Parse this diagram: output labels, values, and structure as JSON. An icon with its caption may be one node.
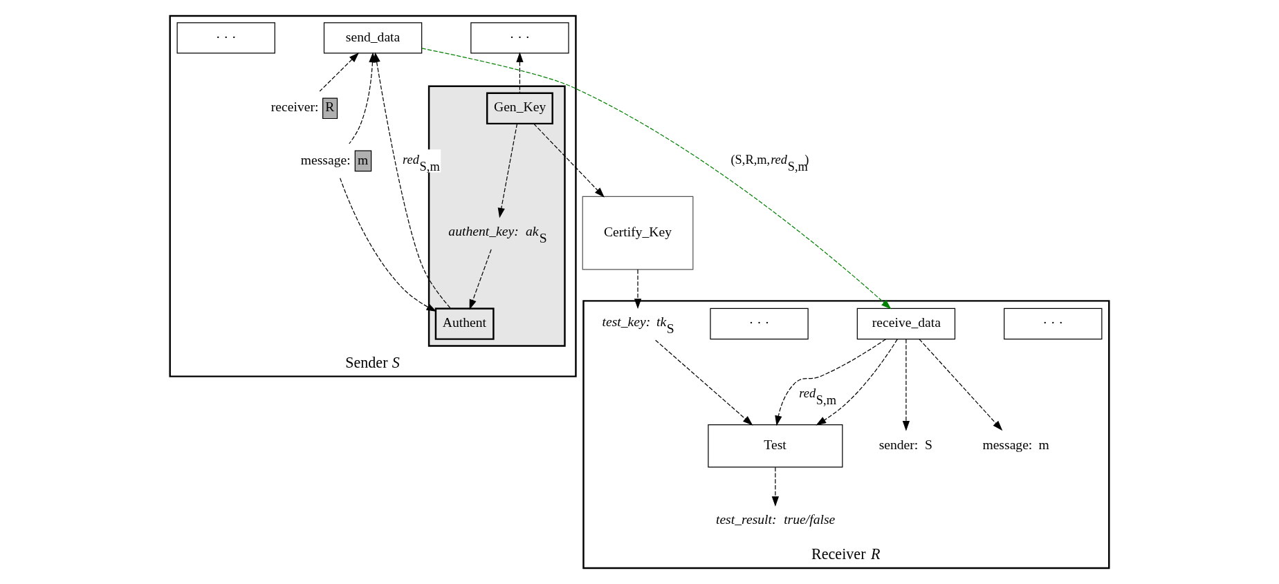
{
  "diagram": {
    "nodes": [
      {
        "text": [
          "Sender *S*"
        ]
      },
      {
        "text": [
          "· · ·"
        ],
        "in": 0
      },
      {
        "text": [
          "send_data"
        ],
        "in": 0
      },
      {
        "text": [
          "· · ·"
        ],
        "in": 0
      },
      {
        "text": [
          "R"
        ],
        "beside": [
          "receiver:"
        ],
        "in": 0
      },
      {
        "text": [
          "m"
        ],
        "beside": [
          "message:"
        ],
        "in": 0
      },
      {
        "text": [],
        "shape": "box",
        "in": 0
      },
      {
        "text": [
          "Authent"
        ],
        "in": 6
      },
      {
        "text": [
          "Gen_Key"
        ],
        "in": 6
      },
      {
        "text": [
          "*ak*$_{S}$"
        ],
        "beside": [
          "authent_key:"
        ],
        "in": 6
      },
      {
        "text": [
          "Certify_Key"
        ]
      },
      {
        "text": [
          "Receiver *R*"
        ]
      },
      {
        "text": [
          "· · ·"
        ],
        "in": 11
      },
      {
        "text": [
          "receive_data"
        ],
        "in": 11
      },
      {
        "text": [
          "· · ·"
        ],
        "in": 11
      },
      {
        "text": [
          "S"
        ],
        "beside": [
          "sender:"
        ],
        "in": 11
      },
      {
        "text": [
          "m"
        ],
        "beside": [
          "message:"
        ],
        "in": 11
      },
      {
        "text": [
          "Test"
        ],
        "in": 11
      },
      {
        "text": [
          "*tk*$_{S}$"
        ],
        "beside": [
          "test_key:"
        ],
        "in": 11
      },
      {
        "text": [
          "true/false"
        ],
        "beside": [
          "test_result:"
        ],
        "in": 11
      }
    ],
    "edges": [
      {
        "from": 2,
        "to": 13,
        "arrow": "to",
        "label": "(S,R,m,*red*$_{S,m}$)",
        "style": "dashed",
        "color": "#008000"
      },
      {
        "from": 4,
        "to": 2,
        "arrow": "to",
        "style": "dashed"
      },
      {
        "from": 5,
        "to": 2,
        "arrow": "to",
        "style": "dashed"
      },
      {
        "from": 5,
        "to": 7,
        "arrow": "to",
        "style": "dashed"
      },
      {
        "from": 7,
        "to": 2,
        "arrow": "to",
        "label": "*red*$_{S,m}$",
        "style": "dashed"
      },
      {
        "from": 8,
        "to": 3,
        "arrow": "to",
        "style": "dashed"
      },
      {
        "from": 8,
        "to": 10,
        "arrow": "to",
        "style": "dashed"
      },
      {
        "from": 10,
        "to": 18,
        "arrow": "to",
        "style": "dashed"
      },
      {
        "from": 8,
        "to": 9,
        "arrow": "to",
        "style": "dashed"
      },
      {
        "from": 9,
        "to": 7,
        "arrow": "to",
        "style": "dashed"
      },
      {
        "from": 13,
        "to": 15,
        "arrow": "to",
        "style": "dashed"
      },
      {
        "from": 13,
        "to": 16,
        "arrow": "to",
        "style": "dashed"
      },
      {
        "from": 13,
        "to": 17,
        "arrow": "to",
        "style": "dashed"
      },
      {
        "from": 13,
        "to": 17,
        "arrow": "to",
        "label": "*red*$_{S,m}$",
        "style": "dashed"
      },
      {
        "from": 18,
        "to": 17,
        "arrow": "to",
        "style": "dashed"
      },
      {
        "from": 17,
        "to": 19,
        "arrow": "to",
        "style": "dashed"
      }
    ]
  }
}
